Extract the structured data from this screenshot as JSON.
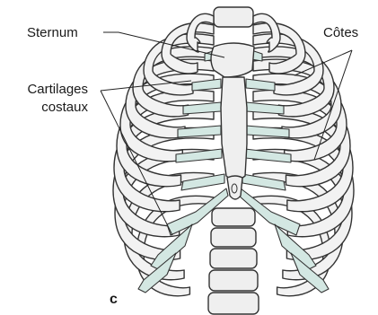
{
  "figure": {
    "labels": {
      "sternum": "Sternum",
      "cotes": "Côtes",
      "cartilages_line1": "Cartilages",
      "cartilages_line2": "costaux"
    },
    "panel_letter": "c"
  },
  "colors": {
    "bone_fill": "#f2f2f2",
    "cartilage_fill": "#d3e7e2",
    "outline": "#333333"
  }
}
